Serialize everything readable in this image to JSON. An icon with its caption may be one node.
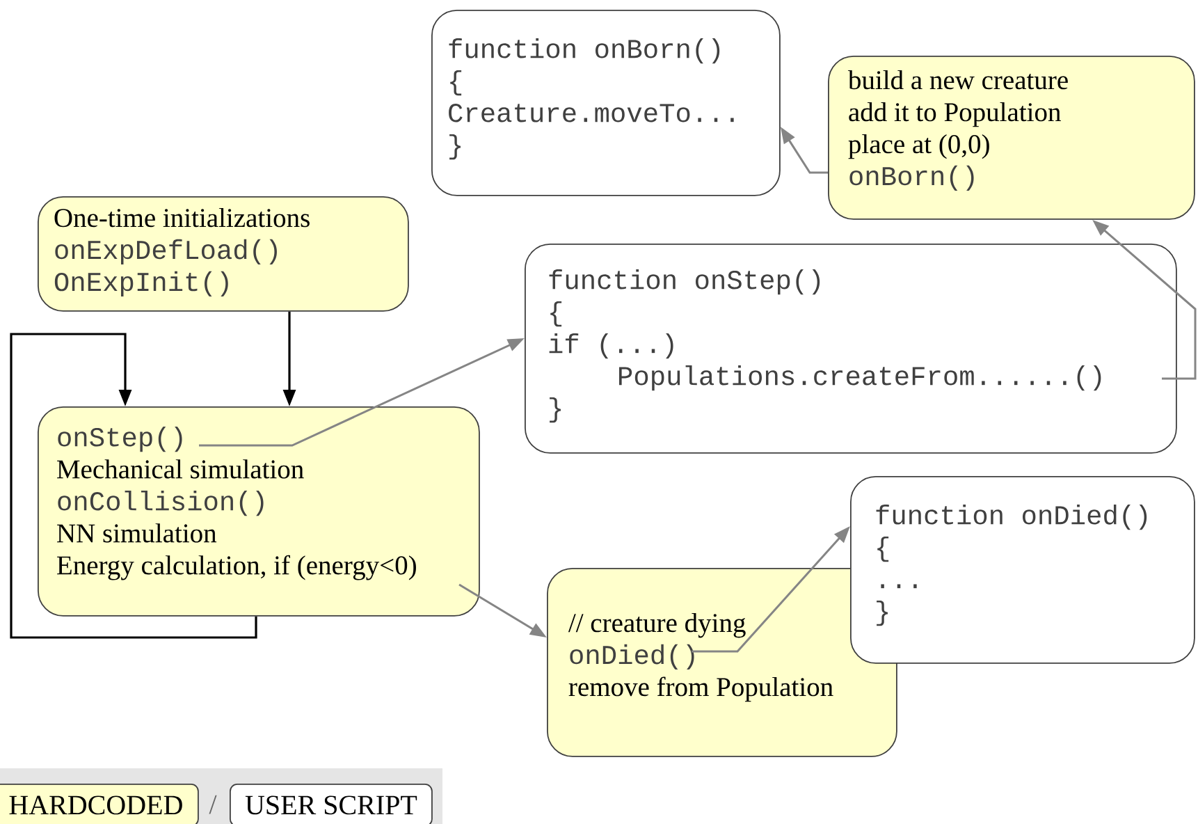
{
  "diagram": {
    "nodes": [
      {
        "text": [
          "One-time initializations",
          "onExpDefLoad()",
          "OnExpInit()"
        ]
      },
      {
        "text": [
          "onStep()",
          "Mechanical simulation",
          "onCollision()",
          "NN simulation",
          "Energy calculation, if (energy<0)"
        ]
      },
      {
        "text": [
          "function onStep()",
          "{",
          "if (...)",
          "Populations.createFrom......()",
          "}"
        ]
      },
      {
        "text": [
          "function onBorn()",
          "{",
          "Creature.moveTo...",
          "}"
        ]
      },
      {
        "text": [
          "build a new creature",
          "add it to Population",
          "place at (0,0)",
          "onBorn()"
        ]
      },
      {
        "text": [
          "// creature dying",
          "onDied()",
          "remove from Population"
        ]
      },
      {
        "text": [
          "function onDied()",
          "{",
          "...",
          "}"
        ]
      }
    ],
    "edges": [
      {
        "from": 0,
        "to": 1,
        "arrow": "to",
        "color": "#000000"
      },
      {
        "from": 1,
        "to": 1,
        "arrow": "to",
        "color": "#000000"
      },
      {
        "from": 1,
        "to": 2,
        "arrow": "to"
      },
      {
        "from": 1,
        "to": 5,
        "arrow": "to"
      },
      {
        "from": 5,
        "to": 6,
        "arrow": "to"
      },
      {
        "from": 2,
        "to": 4,
        "arrow": "to"
      },
      {
        "from": 4,
        "to": 3,
        "arrow": "to"
      }
    ],
    "labels": [
      "/"
    ],
    "legend": [
      {
        "text": "HARDCODED",
        "color": "#ffffcc"
      },
      {
        "text": "USER SCRIPT",
        "color": "#ffffff"
      }
    ]
  }
}
